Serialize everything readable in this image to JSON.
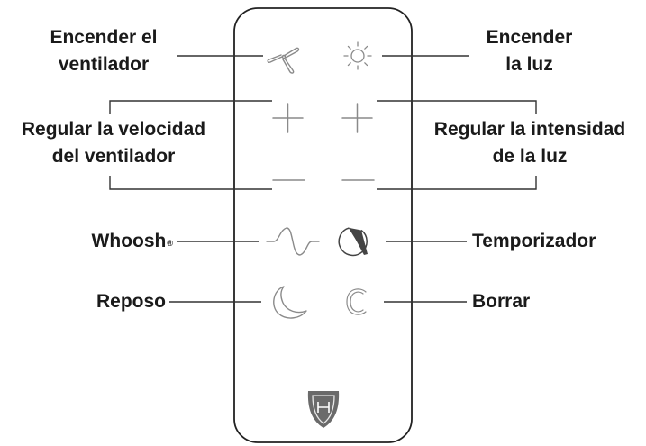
{
  "labels": {
    "fan_on": {
      "line1": "Encender el",
      "line2": "ventilador"
    },
    "light_on": {
      "line1": "Encender",
      "line2": "la luz"
    },
    "fan_speed": {
      "line1": "Regular la velocidad",
      "line2": "del ventilador"
    },
    "light_intensity": {
      "line1": "Regular la intensidad",
      "line2": "de la luz"
    },
    "whoosh": {
      "text": "Whoosh",
      "mark": "®"
    },
    "timer": "Temporizador",
    "sleep": "Reposo",
    "clear": "Borrar"
  },
  "icons": {
    "fan": "fan-icon",
    "light": "sun-icon",
    "plus": "plus-icon",
    "minus": "minus-icon",
    "whoosh": "sine-wave-icon",
    "timer": "timer-dial-icon",
    "sleep": "crescent-moon-icon",
    "clear": "clear-c-icon",
    "logo": "shield-logo-icon"
  },
  "colors": {
    "text": "#1a1a1a",
    "outline": "#222222",
    "icon": "#8a8a8a",
    "leader": "#333333"
  }
}
